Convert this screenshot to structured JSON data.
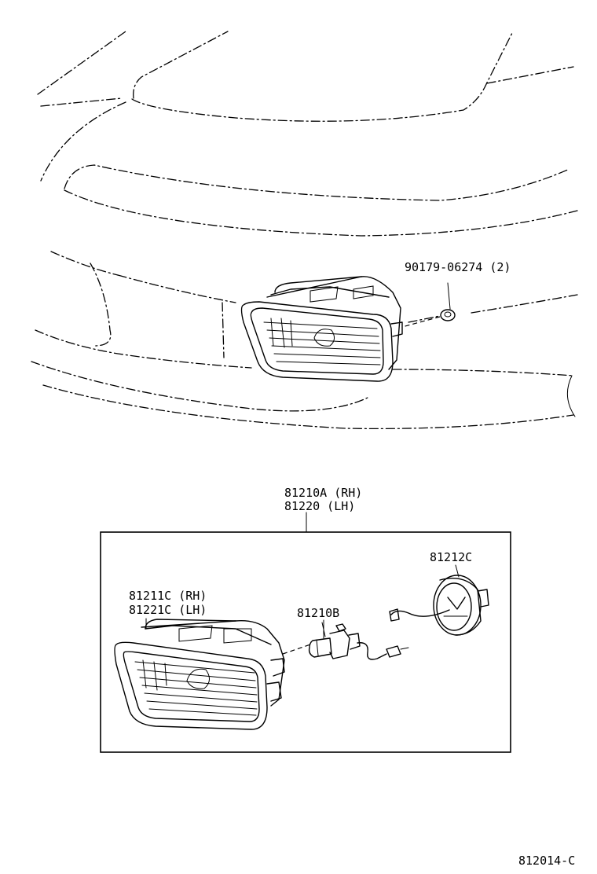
{
  "labels": {
    "nut": "90179-06274 (2)",
    "assembly_rh": "81210A (RH)",
    "assembly_lh": "81220 (LH)",
    "socket": "81212C",
    "lens_rh": "81211C (RH)",
    "lens_lh": "81221C (LH)",
    "bulb": "81210B",
    "figure_id": "812014-C"
  }
}
